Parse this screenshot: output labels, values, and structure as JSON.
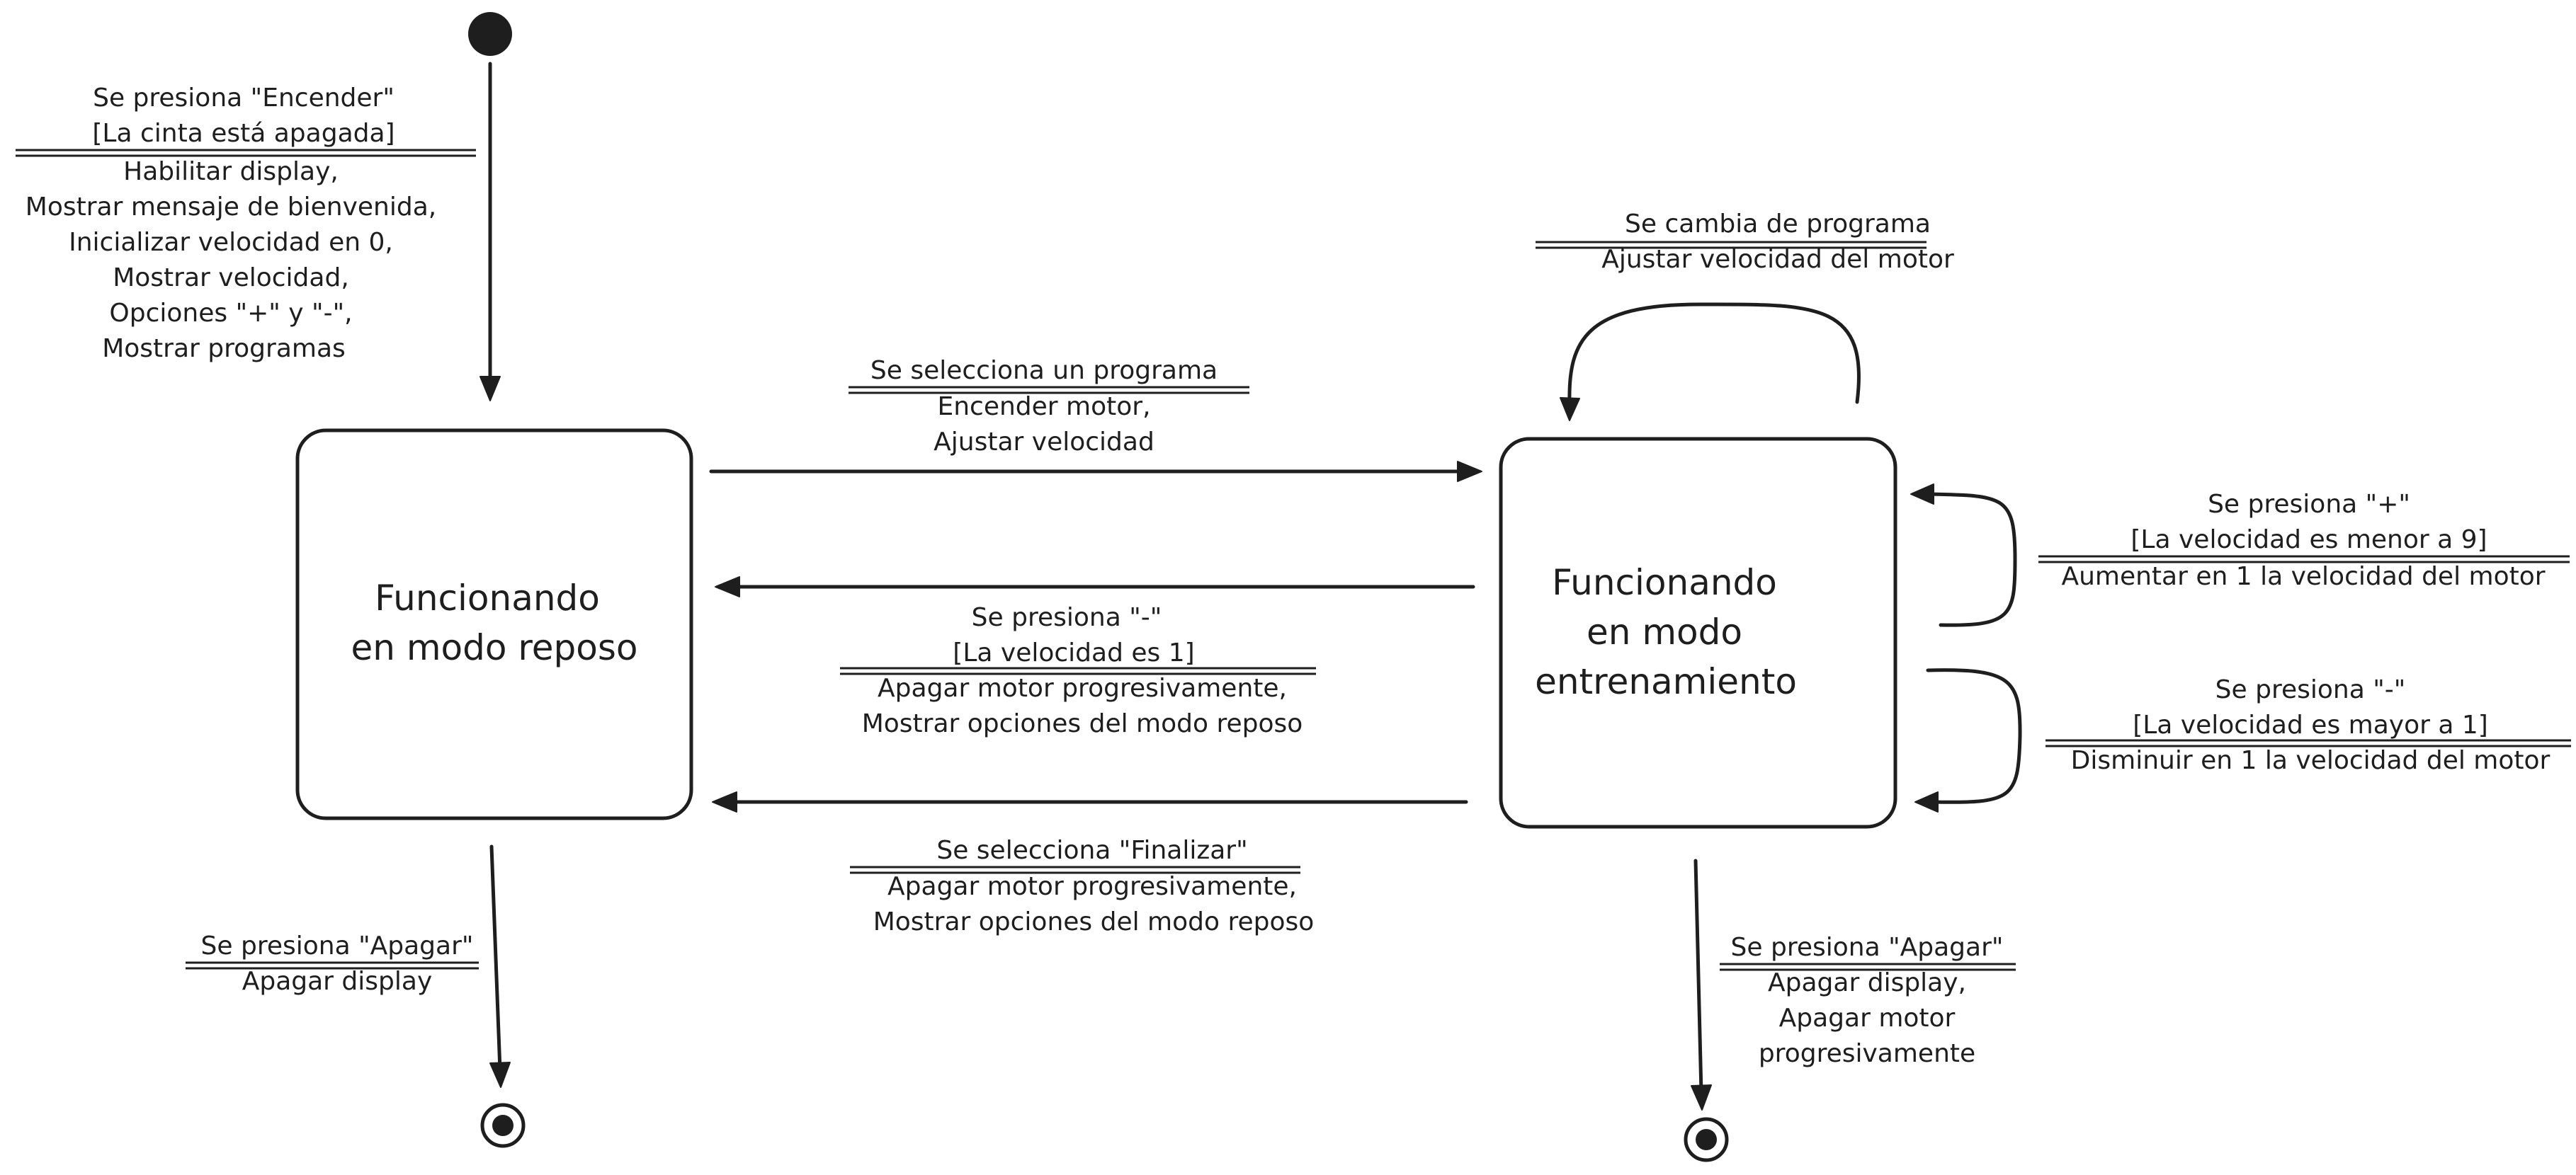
{
  "states": {
    "reposo": {
      "line1": "Funcionando",
      "line2": "en modo reposo"
    },
    "entrenamiento": {
      "line1": "Funcionando",
      "line2": "en modo",
      "line3": "entrenamiento"
    }
  },
  "transitions": {
    "encender": {
      "event": "Se presiona \"Encender\"",
      "guard": "[La cinta está apagada]",
      "actions": [
        "Habilitar display,",
        "Mostrar mensaje de bienvenida,",
        "Inicializar velocidad en 0,",
        "Mostrar velocidad,",
        "Opciones \"+\" y \"-\",",
        "Mostrar programas"
      ]
    },
    "seleccionar_programa": {
      "event": "Se selecciona un programa",
      "actions": [
        "Encender motor,",
        "Ajustar velocidad"
      ]
    },
    "cambiar_programa": {
      "event": "Se cambia de programa",
      "actions": [
        "Ajustar velocidad del motor"
      ]
    },
    "presionar_mas": {
      "event": "Se presiona \"+\"",
      "guard": "[La velocidad es menor a 9]",
      "actions": [
        "Aumentar en 1 la velocidad del motor"
      ]
    },
    "presionar_menos_fin": {
      "event": "Se presiona \"-\"",
      "guard": "[La velocidad es 1]",
      "actions": [
        "Apagar motor progresivamente,",
        "Mostrar opciones del modo reposo"
      ]
    },
    "presionar_menos": {
      "event": "Se presiona \"-\"",
      "guard": "[La velocidad es mayor a 1]",
      "actions": [
        "Disminuir en 1 la velocidad del motor"
      ]
    },
    "finalizar": {
      "event": "Se selecciona \"Finalizar\"",
      "actions": [
        "Apagar motor progresivamente,",
        "Mostrar opciones del modo reposo"
      ]
    },
    "apagar_reposo": {
      "event": "Se presiona \"Apagar\"",
      "actions": [
        "Apagar display"
      ]
    },
    "apagar_entrenamiento": {
      "event": "Se presiona \"Apagar\"",
      "actions": [
        "Apagar display,",
        "Apagar motor",
        "progresivamente"
      ]
    }
  }
}
